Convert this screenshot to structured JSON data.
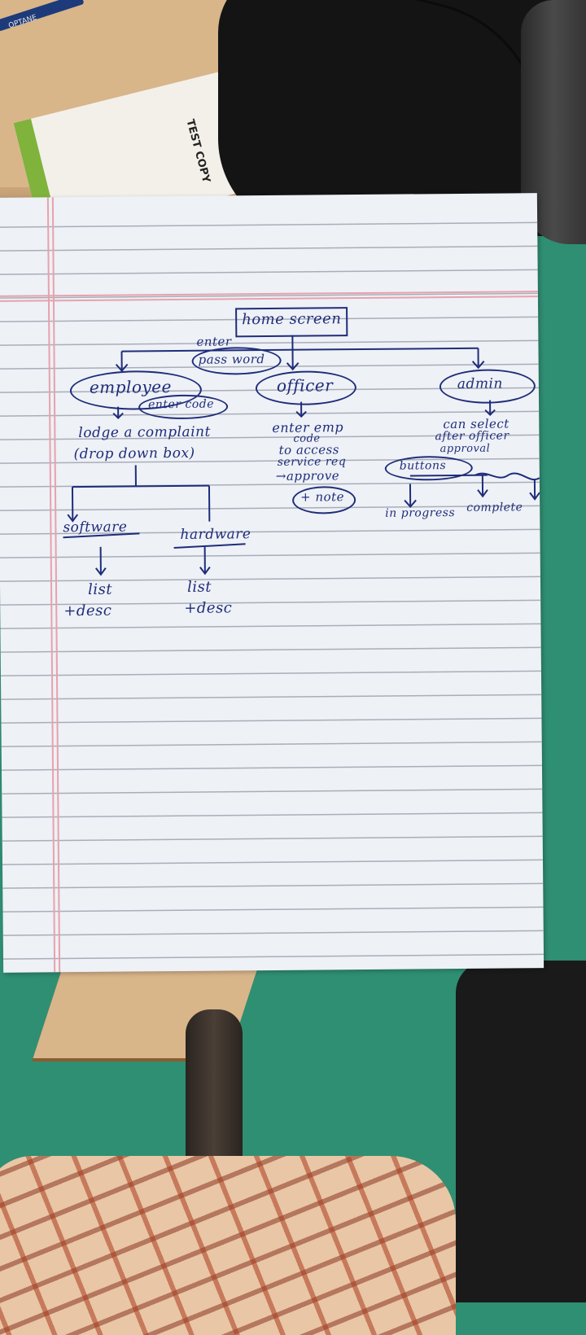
{
  "scene": {
    "booklet_label": "TEST COPY",
    "pencil_label": "OPTANE"
  },
  "notes": {
    "home": "home screen",
    "enter": "enter",
    "password": "pass word",
    "employee": "employee",
    "enter_code": "enter code",
    "lodge_line1": "lodge a complaint",
    "lodge_line2": "(drop down box)",
    "software": "software",
    "hardware": "hardware",
    "list_left": "list",
    "desc_left": "+desc",
    "list_right": "list",
    "desc_right": "+desc",
    "officer": "officer",
    "officer_line1": "enter emp",
    "officer_line2": "code",
    "officer_line3": "to access",
    "officer_line4": "service req",
    "officer_line5": "→approve",
    "note": "+ note",
    "admin": "admin",
    "admin_line1": "can select",
    "admin_line2": "after officer",
    "admin_line3": "approval",
    "buttons": "buttons",
    "in_progress": "in progress",
    "complete": "complete"
  }
}
